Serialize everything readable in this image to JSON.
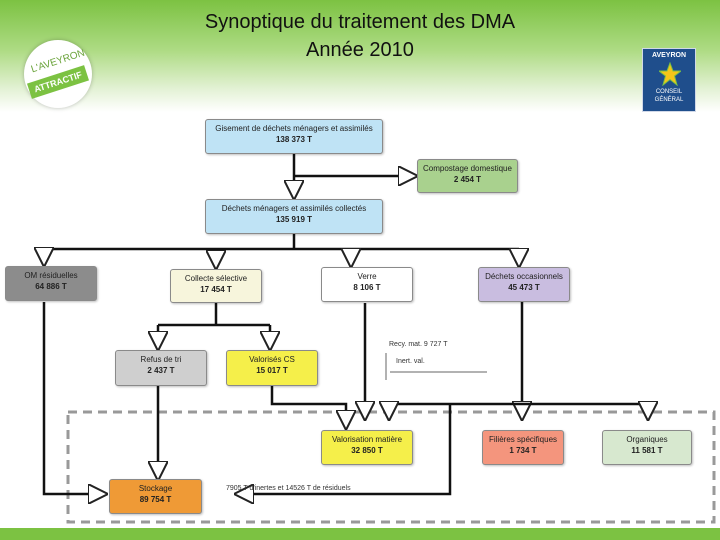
{
  "header": {
    "title_line1": "Synoptique du traitement des DMA",
    "title_line2": "Année 2010"
  },
  "logos": {
    "left_line1": "L'AVEYRON",
    "left_line2": "ATTRACTIF",
    "right_top": "AVEYRON",
    "right_bottom1": "CONSEIL",
    "right_bottom2": "GÉNÉRAL"
  },
  "colors": {
    "header_green": "#7cc242",
    "blue_box": "#bfe3f5",
    "green_box": "#a9d18e",
    "gray_box": "#8c8c8c",
    "cream_box": "#f7f5dc",
    "purple_box": "#c9bde0",
    "light_gray_box": "#cfcfcf",
    "yellow_box": "#f5ef4a",
    "red_box": "#f4957d",
    "pale_green_box": "#d7e8cf"
  },
  "nodes": {
    "gisement": {
      "label": "Gisement de déchets ménagers et assimilés",
      "value": "138 373 T"
    },
    "compostage": {
      "label": "Compostage domestique",
      "value": "2 454 T"
    },
    "collectes": {
      "label": "Déchets ménagers et assimilés collectés",
      "value": "135 919 T"
    },
    "om": {
      "label": "OM résiduelles",
      "value": "64 886 T"
    },
    "collecte_selective": {
      "label": "Collecte sélective",
      "value": "17 454 T"
    },
    "verre": {
      "label": "Verre",
      "value": "8 106 T"
    },
    "occasionnels": {
      "label": "Déchets occasionnels",
      "value": "45 473 T"
    },
    "refus": {
      "label": "Refus de tri",
      "value": "2 437 T"
    },
    "valorises_cs": {
      "label": "Valorisés CS",
      "value": "15 017 T"
    },
    "valorisation_matiere": {
      "label": "Valorisation matière",
      "value": "32 850 T"
    },
    "filieres": {
      "label": "Filières spécifiques",
      "value": "1 734 T"
    },
    "organiques": {
      "label": "Organiques",
      "value": "11 581 T"
    },
    "stockage": {
      "label": "Stockage",
      "value": "89 754 T"
    }
  },
  "notes": {
    "recy": "Recy. mat.   9 727 T",
    "inert": "Inert. val.",
    "stockage_detail": "7905 T d'inertes et 14526 T de résiduels"
  }
}
